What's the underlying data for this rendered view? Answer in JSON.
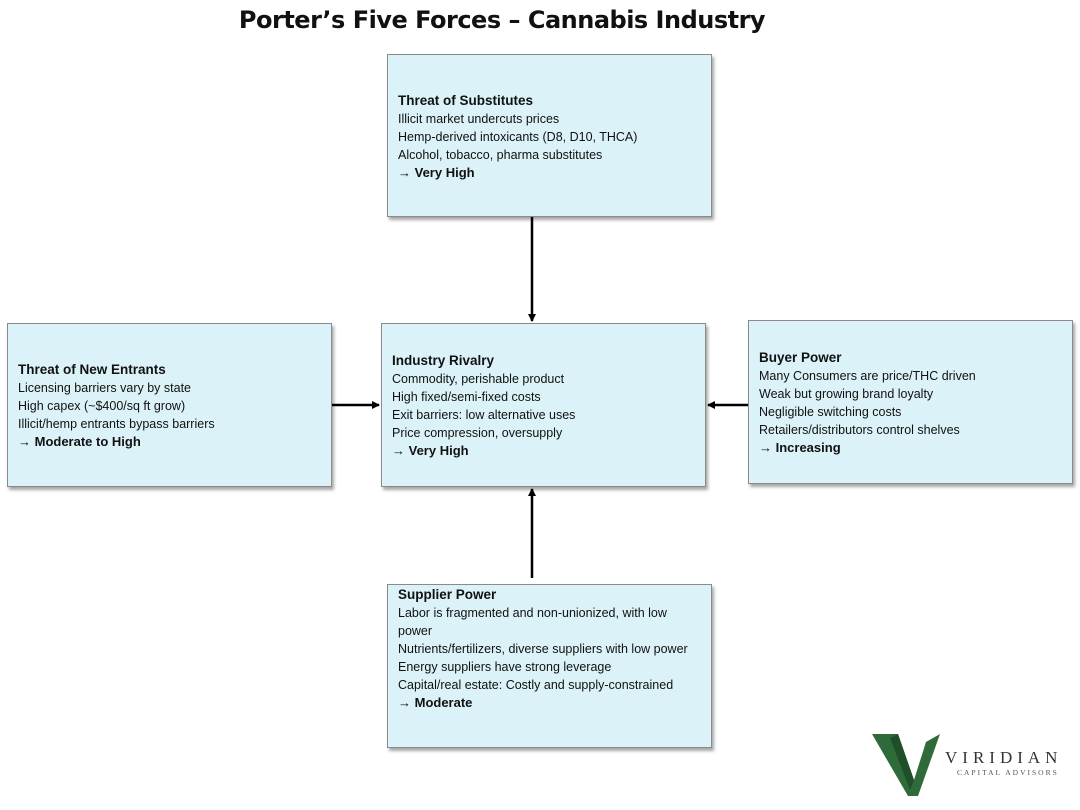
{
  "title": "Porter’s Five Forces – Cannabis Industry",
  "substitutes": {
    "heading": "Threat of Substitutes",
    "lines": [
      "Illicit market undercuts prices",
      "Hemp-derived intoxicants (D8, D10, THCA)",
      "Alcohol, tobacco, pharma substitutes"
    ],
    "verdict": "→ Very High"
  },
  "rivalry": {
    "heading": "Industry Rivalry",
    "lines": [
      "Commodity, perishable product",
      "High fixed/semi-fixed costs",
      "Exit barriers: low alternative uses",
      "Price compression, oversupply"
    ],
    "verdict": "→ Very High"
  },
  "entrants": {
    "heading": "Threat of New Entrants",
    "lines": [
      "Licensing barriers vary by state",
      "High capex (~$400/sq ft grow)",
      "Illicit/hemp entrants bypass barriers"
    ],
    "verdict": "→ Moderate to High"
  },
  "buyer": {
    "heading": "Buyer Power",
    "lines": [
      "Many Consumers are price/THC driven",
      "Weak but growing brand loyalty",
      "Negligible switching costs",
      "Retailers/distributors control shelves"
    ],
    "verdict": "→ Increasing"
  },
  "supplier": {
    "heading": "Supplier Power",
    "lines": [
      "Labor is fragmented and non-unionized, with low power",
      "Nutrients/fertilizers, diverse suppliers with low power",
      "Energy suppliers have strong leverage",
      "Capital/real estate: Costly and supply-constrained"
    ],
    "verdict": "→ Moderate"
  },
  "logo": {
    "name": "VIRIDIAN",
    "tagline": "CAPITAL ADVISORS",
    "color": "#2f6b3a"
  }
}
